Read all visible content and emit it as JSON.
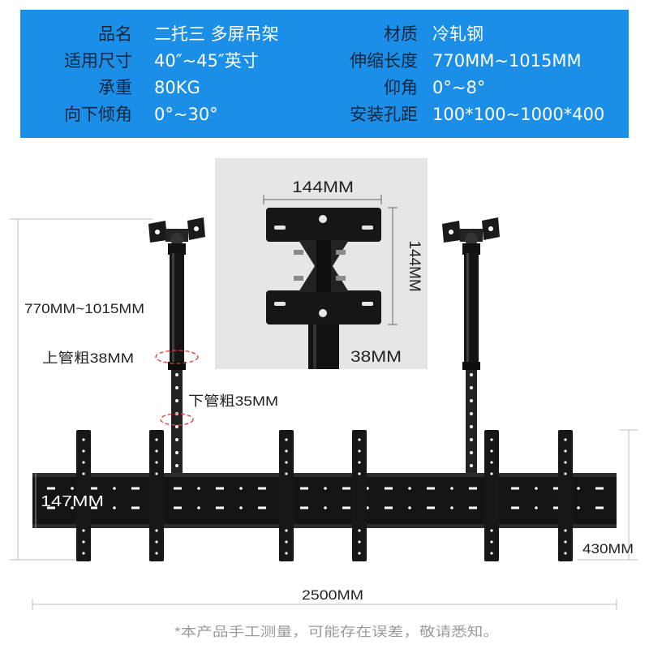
{
  "specs": {
    "left": [
      {
        "label": "品名",
        "value": "二托三 多屏吊架"
      },
      {
        "label": "适用尺寸",
        "value": "40″~45″英寸"
      },
      {
        "label": "承重",
        "value": "80KG"
      },
      {
        "label": "向下倾角",
        "value": "0°~30°"
      }
    ],
    "right": [
      {
        "label": "材质",
        "value": "冷轧钢"
      },
      {
        "label": "伸缩长度",
        "value": "770MM~1015MM"
      },
      {
        "label": "仰角",
        "value": "0°~8°"
      },
      {
        "label": "安装孔距",
        "value": "100*100~1000*400"
      }
    ]
  },
  "inset": {
    "plate_width": "144MM",
    "plate_height": "144MM",
    "pole_diameter": "38MM"
  },
  "diagram": {
    "height_range": "770MM~1015MM",
    "upper_tube": "上管粗38MM",
    "lower_tube": "下管粗35MM",
    "bar_height": "147MM",
    "bracket_height": "430MM",
    "total_width": "2500MM"
  },
  "footer": {
    "note": "*本产品手工测量，可能存在误差，敬请悉知。"
  },
  "colors": {
    "banner": "#1b8fe8",
    "label": "#13263b",
    "value": "#ffffff",
    "metal": "#161616",
    "marker": "#e53935",
    "inset_bg": "#e6e6e6",
    "dimension": "#bdbdbd"
  }
}
